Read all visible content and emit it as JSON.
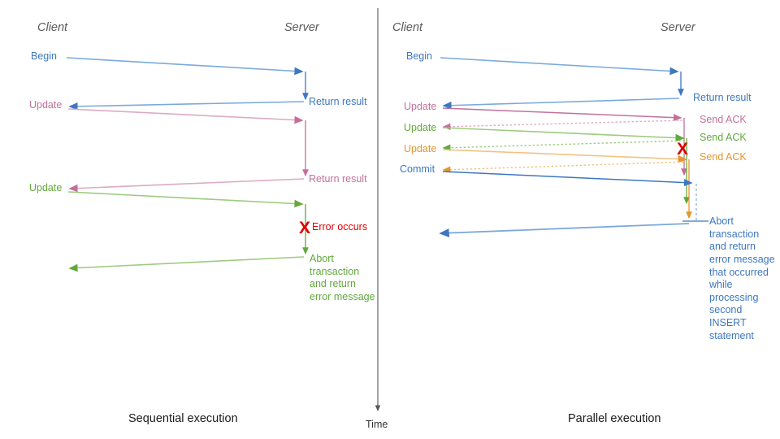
{
  "colors": {
    "blue": "#3d77c2",
    "blue_light": "#7aa9dd",
    "pink": "#c4709b",
    "pink_light": "#ddaac4",
    "green": "#62a83e",
    "green_light": "#9ccb7e",
    "orange": "#e5962f",
    "orange_light": "#f3c182",
    "red": "#e00000",
    "axis": "#555555",
    "header": "#595959",
    "title": "#1a1a1a"
  },
  "time_axis": {
    "label": "Time"
  },
  "left_panel": {
    "caption": "Sequential execution",
    "client_header": "Client",
    "server_header": "Server",
    "messages": [
      {
        "label": "Begin",
        "color": "blue",
        "side": "client"
      },
      {
        "label": "Return result",
        "color": "blue",
        "side": "server"
      },
      {
        "label": "Update",
        "color": "pink",
        "side": "client"
      },
      {
        "label": "Return result",
        "color": "pink",
        "side": "server"
      },
      {
        "label": "Update",
        "color": "green",
        "side": "client"
      },
      {
        "label": "Error occurs",
        "color": "red",
        "side": "server"
      },
      {
        "label": "Abort\ntransaction\nand return\nerror message",
        "color": "green",
        "side": "server"
      }
    ],
    "error_marker": "X"
  },
  "right_panel": {
    "caption": "Parallel execution",
    "client_header": "Client",
    "server_header": "Server",
    "messages": [
      {
        "label": "Begin",
        "color": "blue",
        "side": "client"
      },
      {
        "label": "Return result",
        "color": "blue",
        "side": "server"
      },
      {
        "label": "Update",
        "color": "pink",
        "side": "client"
      },
      {
        "label": "Send ACK",
        "color": "pink",
        "side": "server"
      },
      {
        "label": "Update",
        "color": "green",
        "side": "client"
      },
      {
        "label": "Send ACK",
        "color": "green",
        "side": "server"
      },
      {
        "label": "Update",
        "color": "orange",
        "side": "client"
      },
      {
        "label": "Send ACK",
        "color": "orange",
        "side": "server"
      },
      {
        "label": "Commit",
        "color": "blue",
        "side": "client"
      },
      {
        "label": "Abort\ntransaction\nand return\nerror message\nthat occurred\nwhile\nprocessing\nsecond\nINSERT\nstatement",
        "color": "blue",
        "side": "server"
      }
    ],
    "error_marker": "X"
  }
}
